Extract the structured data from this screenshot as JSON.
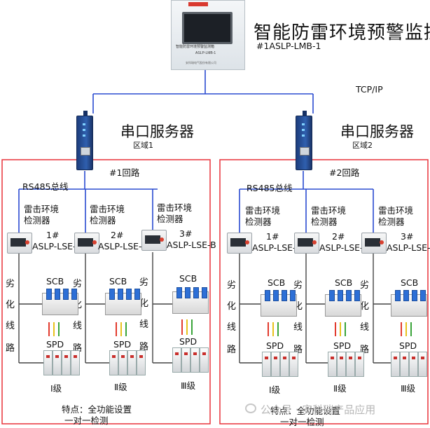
{
  "colors": {
    "red_border": "#e8323a",
    "wire": "#2a4bd0",
    "pe": "#444444"
  },
  "monitor": {
    "title": "智能防雷环境预警监控",
    "model": "#1ASLP-LMB-1",
    "panel_text": "智能防雷环境预警监测箱",
    "panel_model": "ASLP-LMB-1",
    "panel_maker": "安科瑞电气股份有限公司"
  },
  "network": {
    "label": "TCP/IP"
  },
  "zones": [
    {
      "server_title": "串口服务器",
      "zone_label": "区域1",
      "loop_label": "#1回路",
      "bus_label": "RS485总线",
      "detectors": [
        {
          "label_top": "雷击环境",
          "label_bottom": "检测器",
          "num": "1#",
          "model": "ASLP-LSE-",
          "grade": "Ⅰ级"
        },
        {
          "label_top": "雷击环境",
          "label_bottom": "检测器",
          "num": "2#",
          "model": "ASLP-LSE-",
          "grade": "Ⅱ级"
        },
        {
          "label_top": "雷击环境",
          "label_bottom": "检测器",
          "num": "3#",
          "model": "ASLP-LSE-B",
          "grade": "Ⅲ级"
        }
      ],
      "vertical_label": [
        "劣",
        "化",
        "线",
        "路"
      ],
      "scb_label": "SCB",
      "spd_label": "SPD",
      "note_line1": "特点：全功能设置",
      "note_line2": "一对一检测"
    },
    {
      "server_title": "串口服务器",
      "zone_label": "区域2",
      "loop_label": "#2回路",
      "bus_label": "RS485总线",
      "detectors": [
        {
          "label_top": "雷击环境",
          "label_bottom": "检测器",
          "num": "1#",
          "model": "ASLP-LSE-",
          "grade": "Ⅰ级"
        },
        {
          "label_top": "雷击环境",
          "label_bottom": "检测器",
          "num": "2#",
          "model": "ASLP-LSE-",
          "grade": "Ⅱ级"
        },
        {
          "label_top": "雷击环境",
          "label_bottom": "检测器",
          "num": "3#",
          "model": "ASLP-LSE-I",
          "grade": "Ⅲ级"
        }
      ],
      "vertical_label": [
        "劣",
        "化",
        "线",
        "路"
      ],
      "scb_label": "SCB",
      "spd_label": "SPD",
      "note_line1": "特点：全功能设置",
      "note_line2": "一对一检测"
    }
  ],
  "watermark": "公众号 · 安科瑞产品应用"
}
